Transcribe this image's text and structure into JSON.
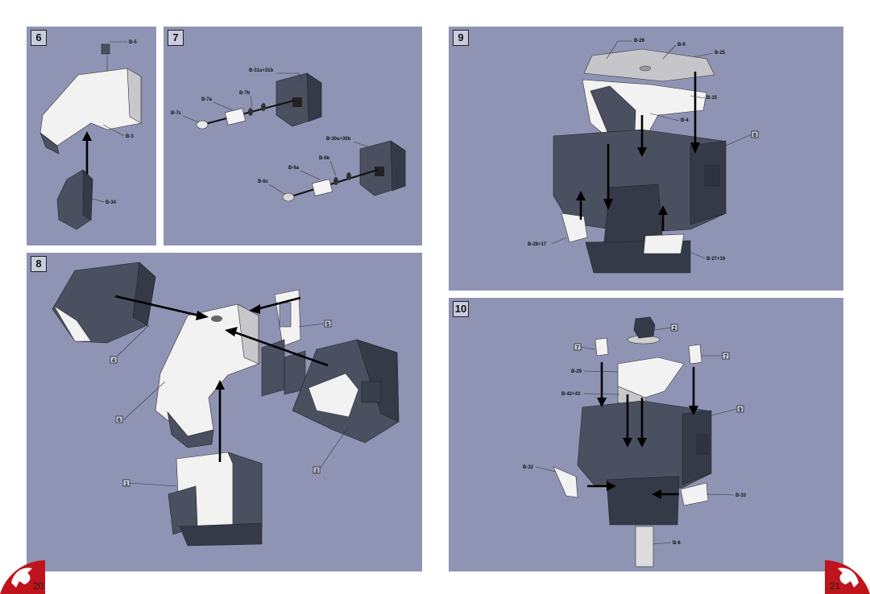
{
  "pages": {
    "left": "20",
    "right": "21"
  },
  "steps": {
    "s6": {
      "num": "6",
      "labels": [
        "B-5",
        "B-3",
        "B-34"
      ]
    },
    "s7": {
      "num": "7",
      "labels": [
        "B-31a+31b",
        "B-7a",
        "B-7b",
        "B-7c",
        "B-30a+30b",
        "B-6a",
        "B-6b",
        "B-6c"
      ]
    },
    "s8": {
      "num": "8",
      "refs": [
        "4",
        "5",
        "6",
        "1",
        "3"
      ]
    },
    "s9": {
      "num": "9",
      "labels": [
        "B-26",
        "B-9",
        "B-25",
        "B-15",
        "B-4",
        "B-28+17",
        "B-27+16"
      ],
      "refs": [
        "8"
      ]
    },
    "s10": {
      "num": "10",
      "labels": [
        "B-29",
        "B-42+43",
        "B-32",
        "B-33",
        "B-8"
      ],
      "refs": [
        "7",
        "2",
        "7",
        "9"
      ]
    }
  },
  "colors": {
    "panel": "#8f94b4",
    "logo": "#c0141c"
  },
  "icons": {
    "logo": "unicorn-logo-icon"
  }
}
